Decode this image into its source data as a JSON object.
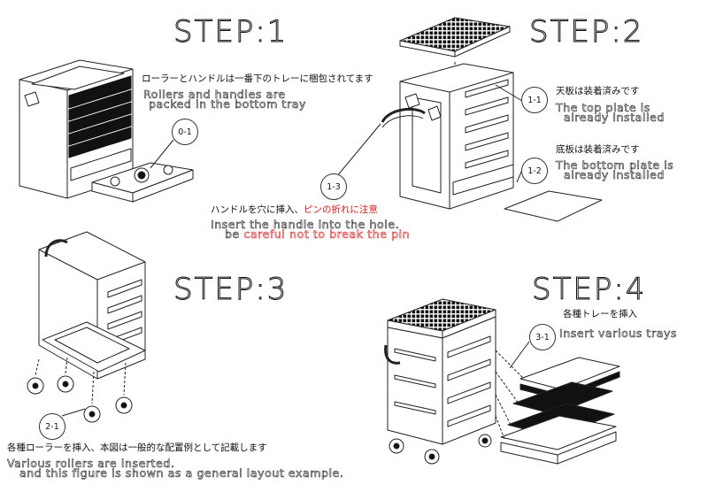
{
  "steps": {
    "s1": {
      "title": "STEP:1",
      "jp": "ローラーとハンドルは一番下のトレーに梱包されてます",
      "en_line1": "Rollers and handles are",
      "en_line2": "packed in the bottom tray",
      "callout": "0-1"
    },
    "s2": {
      "title": "STEP:2",
      "c11": "1-1",
      "c11_jp": "天板は装着済みです",
      "c11_en1": "The top plate is",
      "c11_en2": "already installed",
      "c12": "1-2",
      "c12_jp": "底板は装着済みです",
      "c12_en1": "The bottom plate is",
      "c12_en2": "already installed",
      "c13": "1-3",
      "handle_jp_a": "ハンドルを穴に挿入、",
      "handle_jp_b": "ピンの折れに注意",
      "handle_en1": "Insert the handle into the hole.",
      "handle_en2_a": "be ",
      "handle_en2_b": "careful not to break the pin"
    },
    "s3": {
      "title": "STEP:3",
      "callout": "2-1",
      "jp": "各種ローラーを挿入、本図は一般的な配置例として記載します",
      "en_line1": "Various rollers are inserted.",
      "en_line2": "and this figure is shown as a general layout example."
    },
    "s4": {
      "title": "STEP:4",
      "jp": "各種トレーを挿入",
      "callout": "3-1",
      "en": "Insert various trays"
    }
  },
  "colors": {
    "line": "#222222",
    "accent": "#d01818",
    "fill_dark": "#111111"
  }
}
